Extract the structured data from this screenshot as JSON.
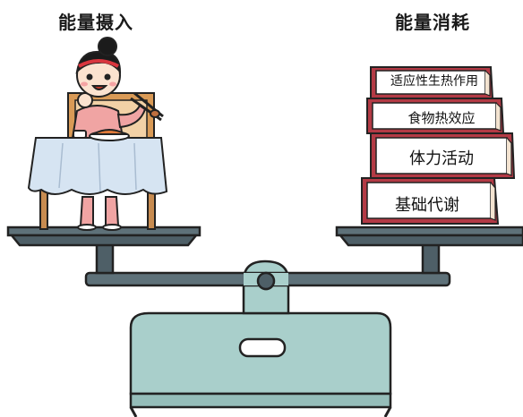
{
  "titles": {
    "left": "能量摄入",
    "right": "能量消耗"
  },
  "books": [
    {
      "label": "适应性生热作用"
    },
    {
      "label": "食物热效应"
    },
    {
      "label": "体力活动"
    },
    {
      "label": "基础代谢"
    }
  ],
  "colors": {
    "book_cover": "#b33a45",
    "book_pages": "#ffffff",
    "scale_body": "#a9cfcb",
    "scale_beam": "#5e7179",
    "tablecloth": "#d6e4f2",
    "girl_shirt": "#f0a4a3",
    "outline": "#222222"
  }
}
